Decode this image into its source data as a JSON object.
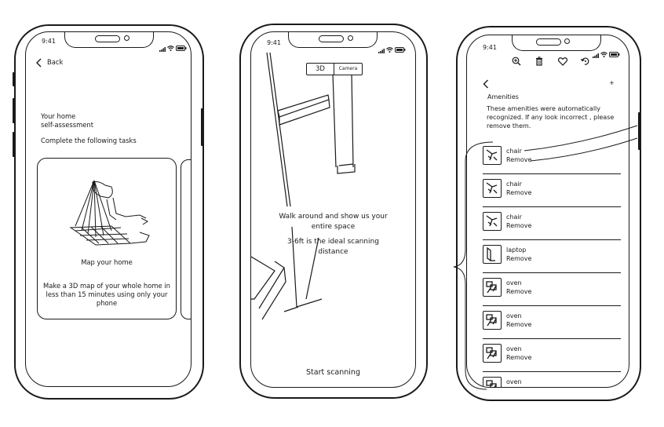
{
  "status_time": "9:41",
  "phone1": {
    "back_label": "Back",
    "title_line1": "Your home",
    "title_line2": "self-assessment",
    "subtitle": "Complete the following tasks",
    "card_title": "Map your home",
    "card_desc_line1": "Make a 3D map of your whole home in",
    "card_desc_line2": "less than 15 minutes using only your",
    "card_desc_line3": "phone"
  },
  "phone2": {
    "toggle_3d": "3D",
    "toggle_camera": "Camera",
    "instruction_line1": "Walk around and show us your",
    "instruction_line2": "entire space",
    "distance_line1": "3-6ft is the ideal scanning",
    "distance_line2": "distance",
    "start_button": "Start scanning"
  },
  "phone3": {
    "toolbar_icons": [
      "zoom-in-icon",
      "trash-icon",
      "heart-icon",
      "rotate-icon"
    ],
    "add_icon_label": "+",
    "section_title": "Amenities",
    "desc_line1": "These amenities were automatically",
    "desc_line2": "recognized. If any look incorrect , please",
    "desc_line3": "remove them.",
    "items": [
      {
        "name": "chair",
        "action": "Remove"
      },
      {
        "name": "chair",
        "action": "Remove"
      },
      {
        "name": "chair",
        "action": "Remove"
      },
      {
        "name": "laptop",
        "action": "Remove"
      },
      {
        "name": "oven",
        "action": "Remove"
      },
      {
        "name": "oven",
        "action": "Remove"
      },
      {
        "name": "oven",
        "action": "Remove"
      },
      {
        "name": "oven",
        "action": ""
      }
    ]
  }
}
